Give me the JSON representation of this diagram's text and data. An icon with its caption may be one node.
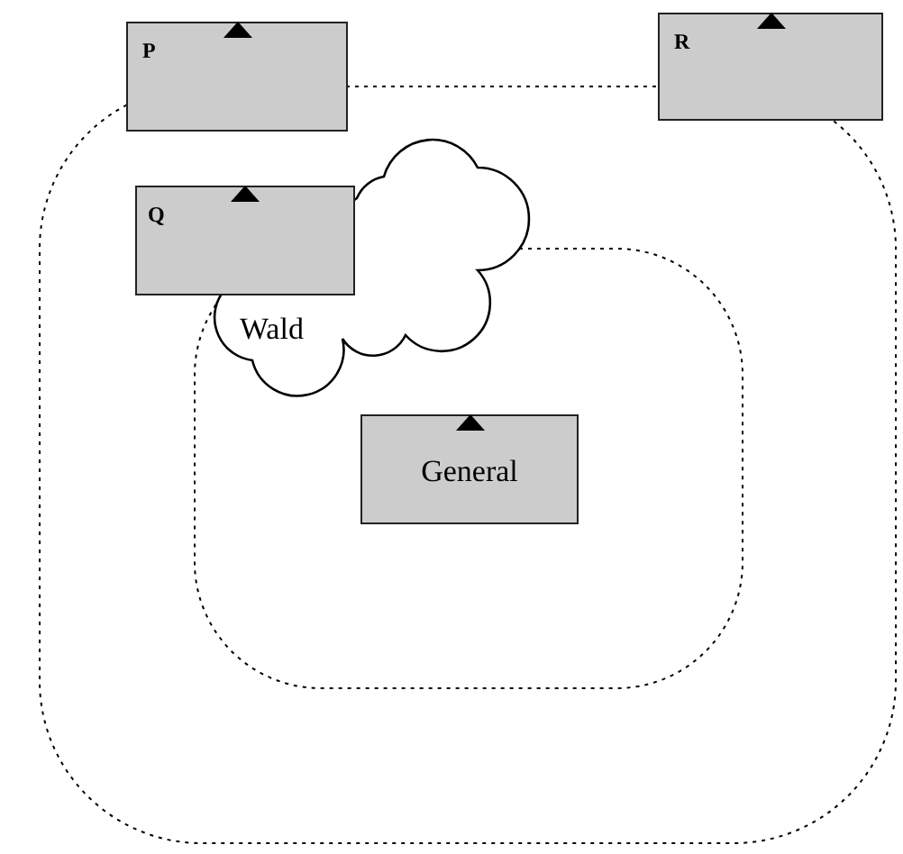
{
  "diagram": {
    "nodes": [
      {
        "text": [
          "P"
        ]
      },
      {
        "text": [
          "R"
        ]
      },
      {
        "text": [
          "Q"
        ]
      },
      {
        "text": [
          "Wald"
        ]
      },
      {
        "text": [
          "General"
        ]
      }
    ]
  }
}
